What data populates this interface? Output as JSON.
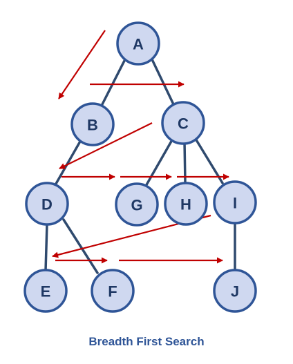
{
  "title": "Breadth First Search",
  "colors": {
    "node_fill": "#cfd8f0",
    "node_stroke": "#2f5597",
    "node_text": "#1f3864",
    "edge": "#2f4a6e",
    "arrow": "#c00000",
    "caption": "#2f5597"
  },
  "nodes": [
    {
      "id": "A",
      "label": "A"
    },
    {
      "id": "B",
      "label": "B"
    },
    {
      "id": "C",
      "label": "C"
    },
    {
      "id": "D",
      "label": "D"
    },
    {
      "id": "G",
      "label": "G"
    },
    {
      "id": "H",
      "label": "H"
    },
    {
      "id": "I",
      "label": "I"
    },
    {
      "id": "E",
      "label": "E"
    },
    {
      "id": "F",
      "label": "F"
    },
    {
      "id": "J",
      "label": "J"
    }
  ],
  "edges": [
    [
      "A",
      "B"
    ],
    [
      "A",
      "C"
    ],
    [
      "B",
      "D"
    ],
    [
      "C",
      "G"
    ],
    [
      "C",
      "H"
    ],
    [
      "C",
      "I"
    ],
    [
      "D",
      "E"
    ],
    [
      "D",
      "F"
    ],
    [
      "I",
      "J"
    ]
  ],
  "traversal_order": [
    "A",
    "B",
    "C",
    "D",
    "G",
    "H",
    "I",
    "E",
    "F",
    "J"
  ]
}
